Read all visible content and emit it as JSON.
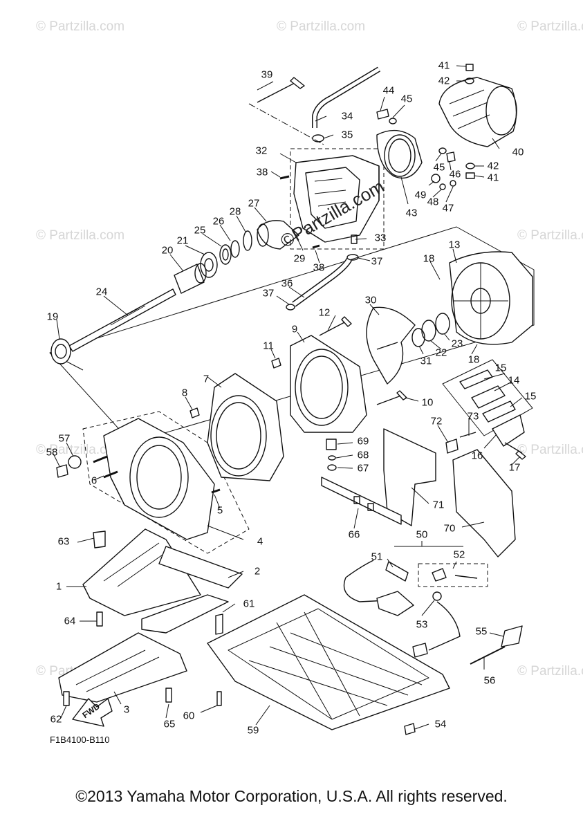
{
  "diagram": {
    "code": "F1B4100-B110",
    "copyright": "©2013 Yamaha Motor Corporation, U.S.A. All rights reserved.",
    "watermark": "© Partzilla.com",
    "center_watermark": "©Partzilla.com",
    "fwd_label": "FWD"
  },
  "callouts": [
    {
      "n": "1"
    },
    {
      "n": "2"
    },
    {
      "n": "3"
    },
    {
      "n": "4"
    },
    {
      "n": "5"
    },
    {
      "n": "6"
    },
    {
      "n": "7"
    },
    {
      "n": "8"
    },
    {
      "n": "9"
    },
    {
      "n": "10"
    },
    {
      "n": "11"
    },
    {
      "n": "12"
    },
    {
      "n": "13"
    },
    {
      "n": "14"
    },
    {
      "n": "15"
    },
    {
      "n": "15"
    },
    {
      "n": "16"
    },
    {
      "n": "17"
    },
    {
      "n": "18"
    },
    {
      "n": "18"
    },
    {
      "n": "19"
    },
    {
      "n": "20"
    },
    {
      "n": "21"
    },
    {
      "n": "22"
    },
    {
      "n": "23"
    },
    {
      "n": "24"
    },
    {
      "n": "25"
    },
    {
      "n": "26"
    },
    {
      "n": "27"
    },
    {
      "n": "28"
    },
    {
      "n": "29"
    },
    {
      "n": "30"
    },
    {
      "n": "31"
    },
    {
      "n": "32"
    },
    {
      "n": "33"
    },
    {
      "n": "34"
    },
    {
      "n": "35"
    },
    {
      "n": "36"
    },
    {
      "n": "37"
    },
    {
      "n": "37"
    },
    {
      "n": "38"
    },
    {
      "n": "38"
    },
    {
      "n": "39"
    },
    {
      "n": "40"
    },
    {
      "n": "41"
    },
    {
      "n": "41"
    },
    {
      "n": "42"
    },
    {
      "n": "42"
    },
    {
      "n": "43"
    },
    {
      "n": "44"
    },
    {
      "n": "45"
    },
    {
      "n": "45"
    },
    {
      "n": "46"
    },
    {
      "n": "47"
    },
    {
      "n": "48"
    },
    {
      "n": "49"
    },
    {
      "n": "50"
    },
    {
      "n": "51"
    },
    {
      "n": "52"
    },
    {
      "n": "53"
    },
    {
      "n": "54"
    },
    {
      "n": "55"
    },
    {
      "n": "56"
    },
    {
      "n": "57"
    },
    {
      "n": "58"
    },
    {
      "n": "59"
    },
    {
      "n": "60"
    },
    {
      "n": "61"
    },
    {
      "n": "62"
    },
    {
      "n": "63"
    },
    {
      "n": "64"
    },
    {
      "n": "65"
    },
    {
      "n": "66"
    },
    {
      "n": "67"
    },
    {
      "n": "68"
    },
    {
      "n": "69"
    },
    {
      "n": "70"
    },
    {
      "n": "71"
    },
    {
      "n": "72"
    },
    {
      "n": "73"
    }
  ]
}
